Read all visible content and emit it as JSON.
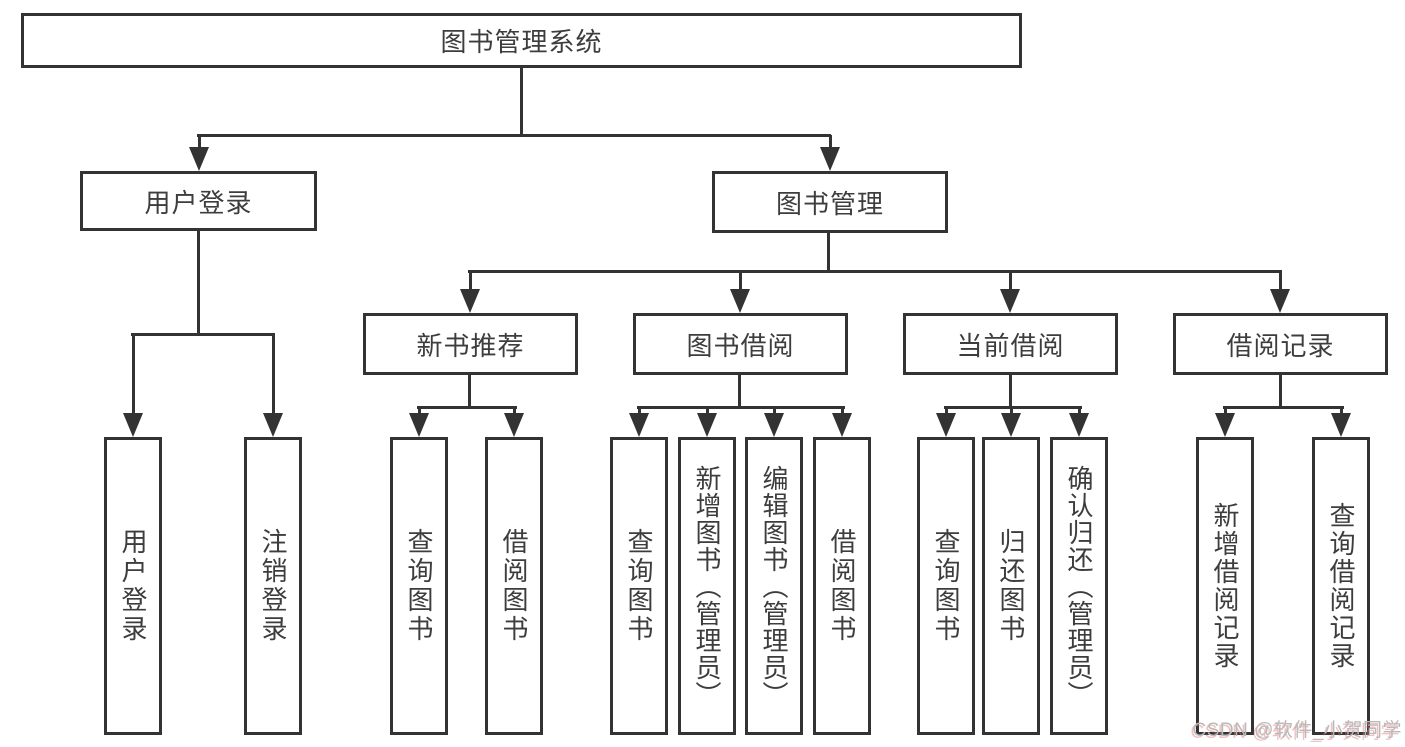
{
  "root": {
    "label": "图书管理系统"
  },
  "branches": [
    {
      "label": "用户登录",
      "children": [
        {
          "label": "用户登录"
        },
        {
          "label": "注销登录"
        }
      ]
    },
    {
      "label": "图书管理",
      "children": [
        {
          "label": "新书推荐",
          "children": [
            {
              "label": "查询图书"
            },
            {
              "label": "借阅图书"
            }
          ]
        },
        {
          "label": "图书借阅",
          "children": [
            {
              "label": "查询图书"
            },
            {
              "label": "新增图书（管理员）"
            },
            {
              "label": "编辑图书（管理员）"
            },
            {
              "label": "借阅图书"
            }
          ]
        },
        {
          "label": "当前借阅",
          "children": [
            {
              "label": "查询图书"
            },
            {
              "label": "归还图书"
            },
            {
              "label": "确认归还（管理员）"
            }
          ]
        },
        {
          "label": "借阅记录",
          "children": [
            {
              "label": "新增借阅记录"
            },
            {
              "label": "查询借阅记录"
            }
          ]
        }
      ]
    }
  ],
  "watermark": {
    "text": "CSDN @软件_小贺同学"
  },
  "colors": {
    "line": "#333333",
    "text": "#3d3d3d",
    "background": "#ffffff",
    "watermark": "#b9b9b9"
  }
}
